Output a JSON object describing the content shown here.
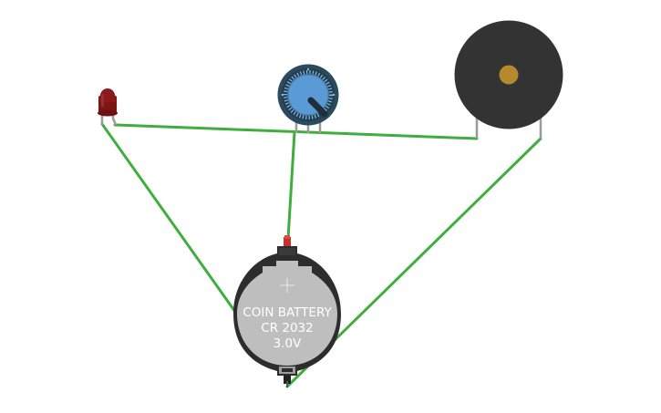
{
  "battery": {
    "line1": "COIN BATTERY",
    "line2": "CR 2032",
    "line3": "3.0V",
    "body_color": "#2d2d2d",
    "cell_color": "#bebebe"
  },
  "components": {
    "led": {
      "icon": "led-icon",
      "color": "#8b1a1a"
    },
    "potentiometer": {
      "icon": "potentiometer-icon",
      "knob_color": "#5b9bd5",
      "body_color": "#2a4a5e"
    },
    "buzzer": {
      "icon": "piezo-buzzer-icon",
      "body_color": "#333333",
      "center_color": "#b5892c"
    }
  },
  "wire_color": "#3fae3f",
  "lead_color": "#9a9a9a"
}
